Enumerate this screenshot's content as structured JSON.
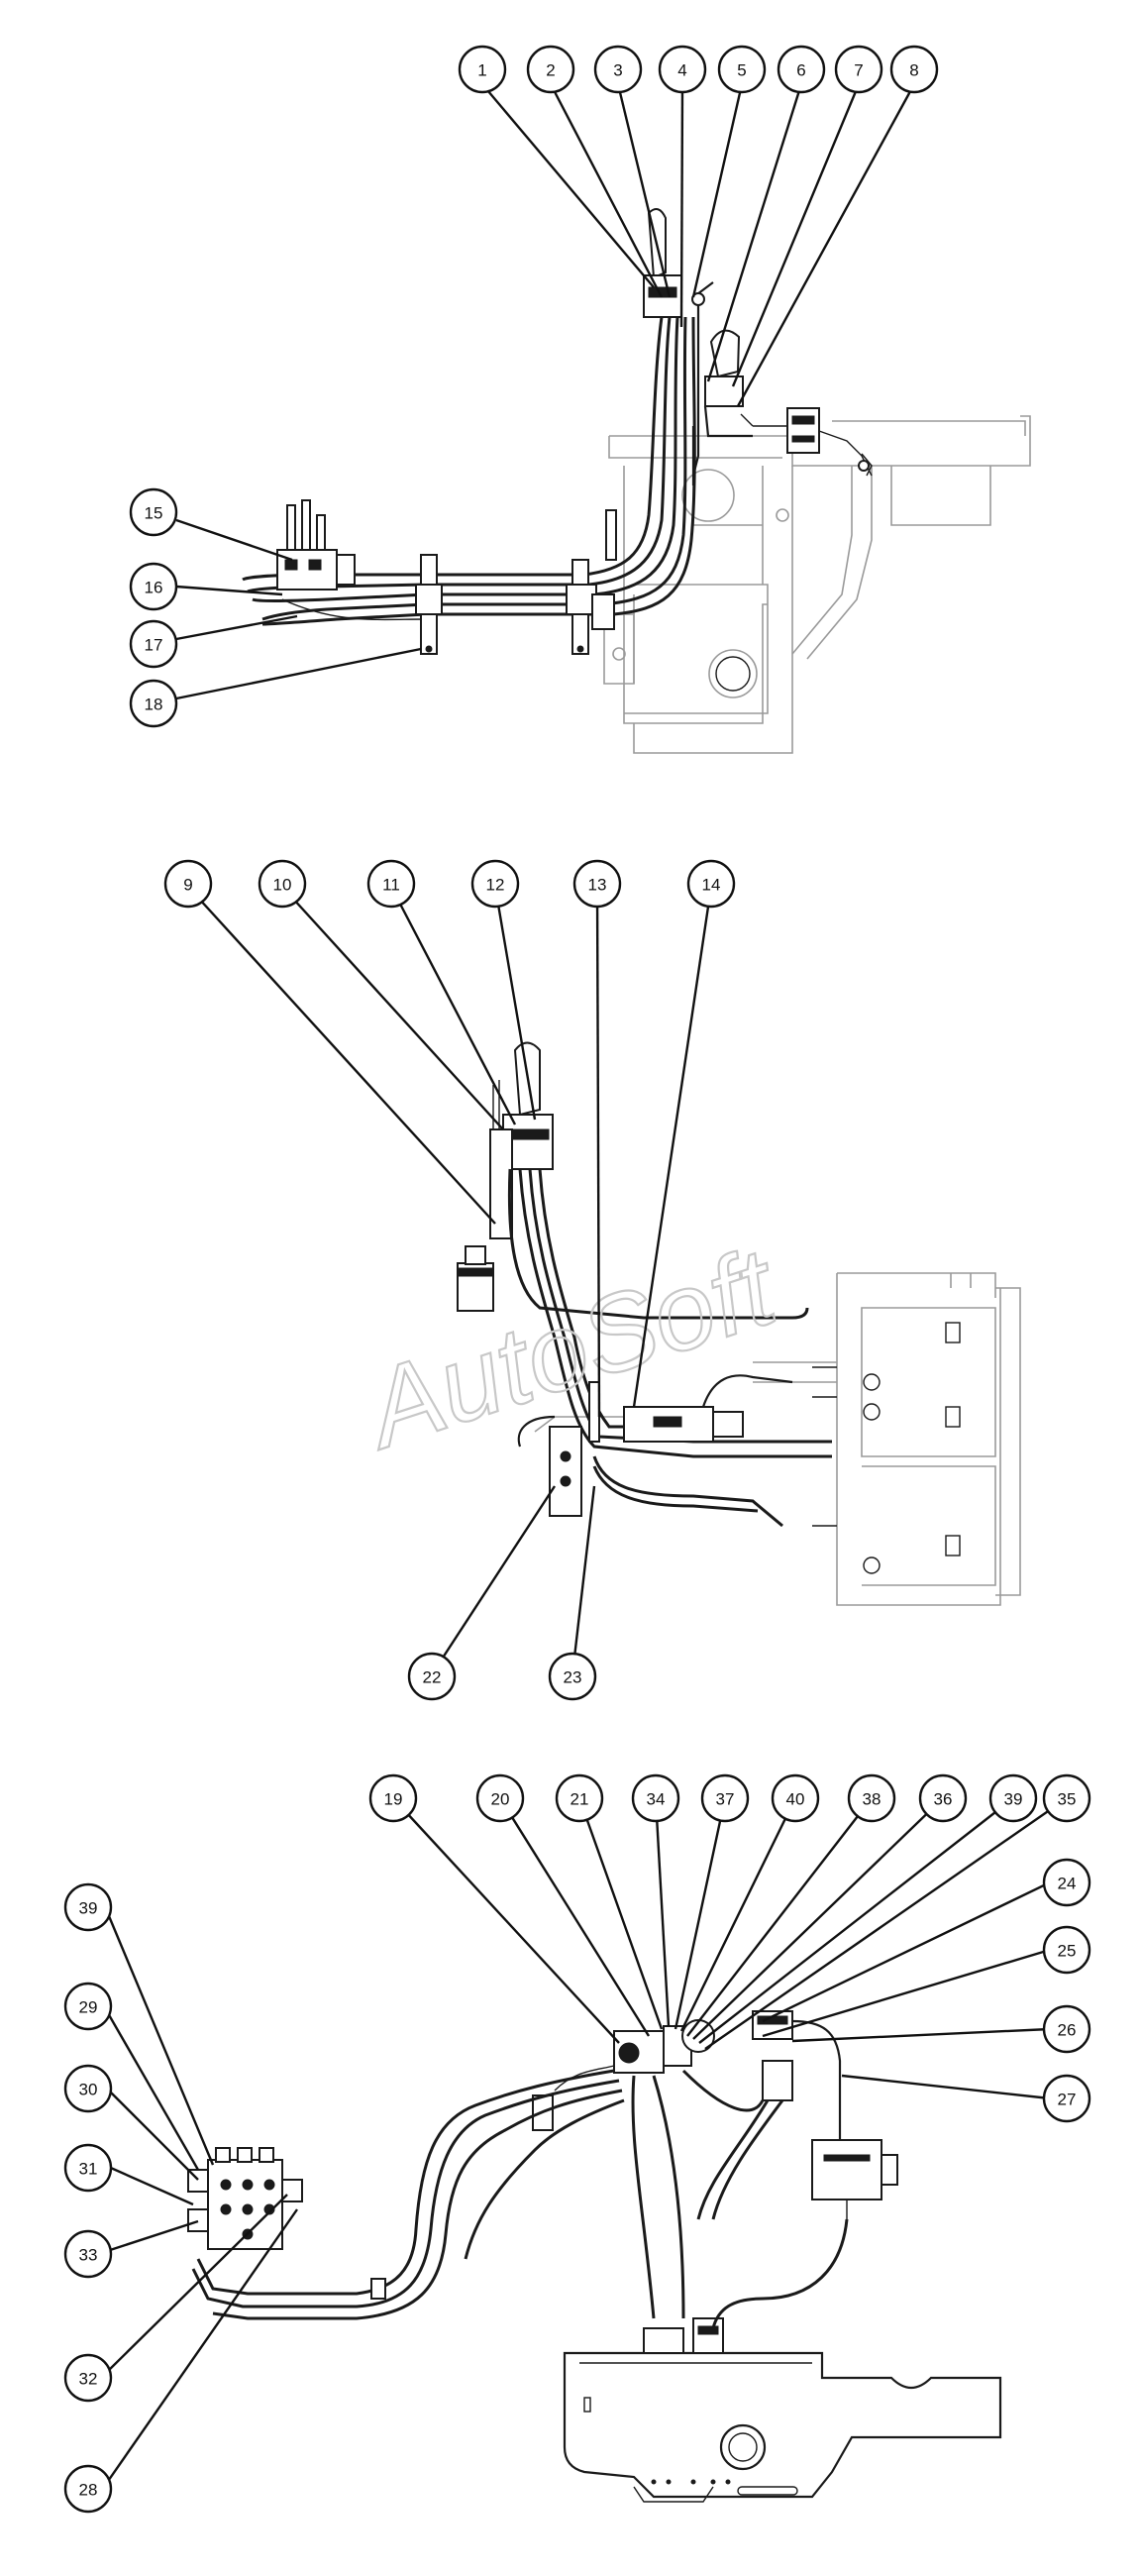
{
  "watermark": "AutoSoft",
  "callouts": [
    {
      "label": "1"
    },
    {
      "label": "2"
    },
    {
      "label": "3"
    },
    {
      "label": "4"
    },
    {
      "label": "5"
    },
    {
      "label": "6"
    },
    {
      "label": "7"
    },
    {
      "label": "8"
    },
    {
      "label": "15"
    },
    {
      "label": "16"
    },
    {
      "label": "17"
    },
    {
      "label": "18"
    },
    {
      "label": "9"
    },
    {
      "label": "10"
    },
    {
      "label": "11"
    },
    {
      "label": "12"
    },
    {
      "label": "13"
    },
    {
      "label": "14"
    },
    {
      "label": "22"
    },
    {
      "label": "23"
    },
    {
      "label": "19"
    },
    {
      "label": "20"
    },
    {
      "label": "21"
    },
    {
      "label": "34"
    },
    {
      "label": "37"
    },
    {
      "label": "40"
    },
    {
      "label": "38"
    },
    {
      "label": "36"
    },
    {
      "label": "39"
    },
    {
      "label": "35"
    },
    {
      "label": "24"
    },
    {
      "label": "25"
    },
    {
      "label": "26"
    },
    {
      "label": "27"
    },
    {
      "label": "39"
    },
    {
      "label": "29"
    },
    {
      "label": "30"
    },
    {
      "label": "31"
    },
    {
      "label": "33"
    },
    {
      "label": "32"
    },
    {
      "label": "28"
    }
  ]
}
